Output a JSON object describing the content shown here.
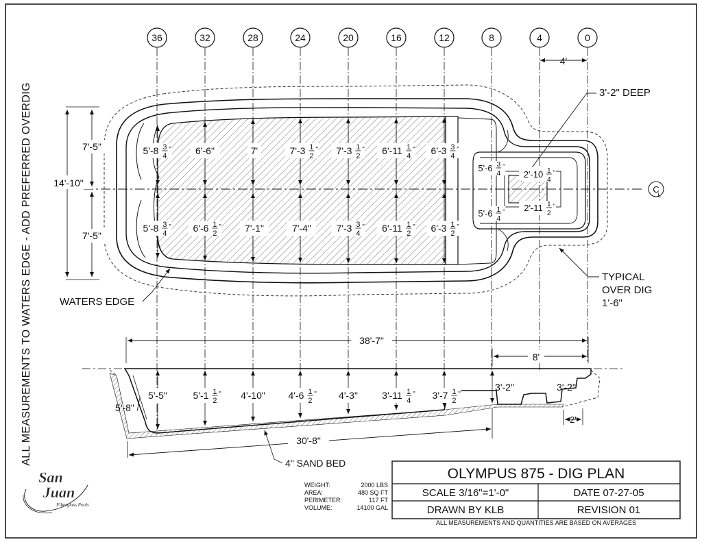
{
  "side_note": "ALL MEASUREMENTS TO WATERS EDGE - ADD PREFERRED OVERDIG",
  "stations": [
    "36",
    "32",
    "28",
    "24",
    "20",
    "16",
    "12",
    "8",
    "4",
    "0"
  ],
  "plan": {
    "dim_4ft": "4'",
    "deep_label": "3'-2\" DEEP",
    "width_total": "14'-10\"",
    "half_top": "7'-5\"",
    "half_bottom": "7'-5\"",
    "waters_edge": "WATERS EDGE",
    "overdig_1": "TYPICAL",
    "overdig_2": "OVER DIG",
    "overdig_3": "1'-6\"",
    "cl_symbol": "C",
    "cl_sub": "L",
    "top_widths": [
      {
        "whole": "5'-8",
        "num": "3",
        "den": "4"
      },
      {
        "whole": "6'-6\"",
        "num": "",
        "den": ""
      },
      {
        "whole": "7'",
        "num": "",
        "den": ""
      },
      {
        "whole": "7'-3",
        "num": "1",
        "den": "2"
      },
      {
        "whole": "7'-3",
        "num": "1",
        "den": "2"
      },
      {
        "whole": "6'-11",
        "num": "1",
        "den": "4"
      },
      {
        "whole": "6'-3",
        "num": "3",
        "den": "4"
      }
    ],
    "bottom_widths": [
      {
        "whole": "5'-8",
        "num": "3",
        "den": "4"
      },
      {
        "whole": "6'-6",
        "num": "1",
        "den": "2"
      },
      {
        "whole": "7'-1\"",
        "num": "",
        "den": ""
      },
      {
        "whole": "7'-4\"",
        "num": "",
        "den": ""
      },
      {
        "whole": "7'-3",
        "num": "3",
        "den": "4"
      },
      {
        "whole": "6'-11",
        "num": "1",
        "den": "2"
      },
      {
        "whole": "6'-3",
        "num": "1",
        "den": "2"
      }
    ],
    "step_top": {
      "whole": "5'-6",
      "num": "3",
      "den": "4"
    },
    "step_bottom": {
      "whole": "5'-6",
      "num": "1",
      "den": "4"
    },
    "well_top": {
      "whole": "2'-10",
      "num": "1",
      "den": "4"
    },
    "well_bottom": {
      "whole": "2'-11",
      "num": "1",
      "den": "2"
    }
  },
  "section": {
    "length_total": "38'-7\"",
    "length_8": "8'",
    "rim_depth": "5'-8\"",
    "floor_length": "30'-8\"",
    "sand_bed": "4\" SAND BED",
    "dim_2": "2'",
    "depths": [
      {
        "whole": "5'-5\"",
        "num": "",
        "den": ""
      },
      {
        "whole": "5'-1",
        "num": "1",
        "den": "2"
      },
      {
        "whole": "4'-10\"",
        "num": "",
        "den": ""
      },
      {
        "whole": "4'-6",
        "num": "1",
        "den": "2"
      },
      {
        "whole": "4'-3\"",
        "num": "",
        "den": ""
      },
      {
        "whole": "3'-11",
        "num": "1",
        "den": "4"
      },
      {
        "whole": "3'-7",
        "num": "1",
        "den": "2"
      }
    ],
    "step_depth": "3'-2\"",
    "bench_depth": "3'-2\""
  },
  "specs": [
    {
      "label": "WEIGHT:",
      "value": "2000 LBS"
    },
    {
      "label": "AREA:",
      "value": "480 SQ FT"
    },
    {
      "label": "PERIMETER:",
      "value": "117 FT"
    },
    {
      "label": "VOLUME:",
      "value": "14100 GAL"
    }
  ],
  "logo": {
    "line1": "San",
    "line2": "Juan",
    "tagline": "Fiberglass Pools"
  },
  "title_block": {
    "title": "OLYMPUS 875 - DIG PLAN",
    "scale": "SCALE 3/16\"=1'-0\"",
    "date": "DATE 07-27-05",
    "drawn": "DRAWN BY KLB",
    "revision": "REVISION 01",
    "note": "ALL MEASUREMENTS AND QUANTITIES ARE BASED ON AVERAGES"
  }
}
